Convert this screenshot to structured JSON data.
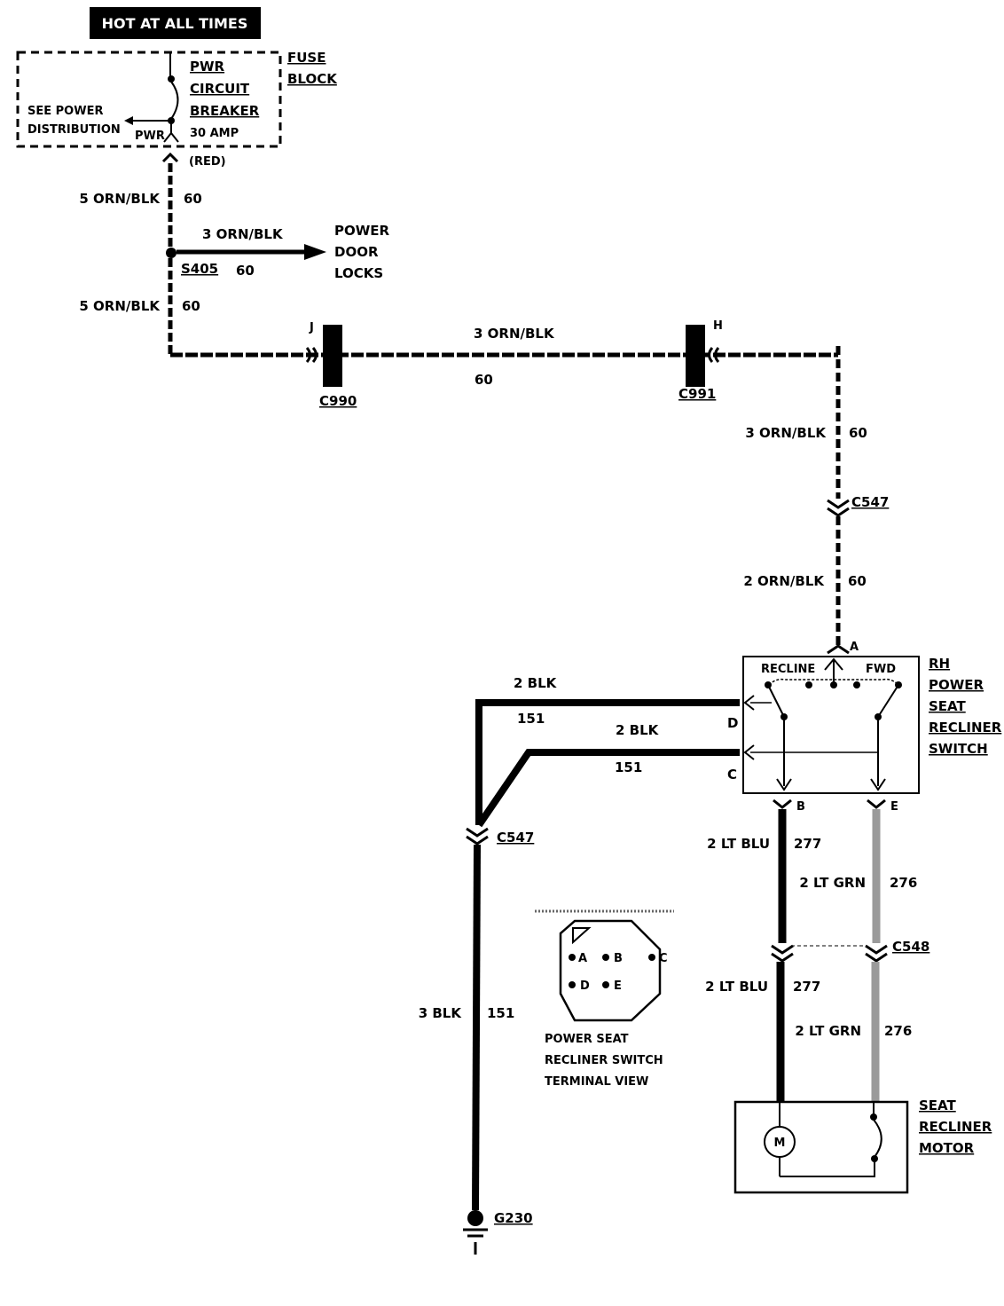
{
  "header": {
    "banner": "HOT AT ALL TIMES"
  },
  "fuse_block": {
    "title_lines": [
      "FUSE",
      "BLOCK"
    ],
    "breaker_lines": [
      "PWR",
      "CIRCUIT",
      "BREAKER"
    ],
    "rating": "30 AMP",
    "see_power": [
      "SEE POWER",
      "DISTRIBUTION"
    ],
    "pwr": "PWR",
    "terminal_color": "(RED)"
  },
  "wires": {
    "w1_gauge": "5 ORN/BLK",
    "w1_circuit": "60",
    "branch_gauge": "3 ORN/BLK",
    "branch_circuit": "60",
    "splice": "S405",
    "power_door_locks": [
      "POWER",
      "DOOR",
      "LOCKS"
    ],
    "w2_gauge": "5 ORN/BLK",
    "w2_circuit": "60",
    "horiz_gauge": "3 ORN/BLK",
    "horiz_circuit": "60",
    "c990": "C990",
    "c990_pin": "J",
    "c991": "C991",
    "c991_pin": "H",
    "v1_gauge": "3 ORN/BLK",
    "v1_circuit": "60",
    "c547_top": "C547",
    "v2_gauge": "2 ORN/BLK",
    "v2_circuit": "60",
    "pin_a": "A",
    "blk_d_gauge": "2 BLK",
    "blk_d_circuit": "151",
    "blk_c_gauge": "2 BLK",
    "blk_c_circuit": "151",
    "pin_d": "D",
    "pin_c": "C",
    "c547_left": "C547",
    "ground_gauge": "3 BLK",
    "ground_circuit": "151",
    "g230": "G230",
    "pin_b": "B",
    "pin_e": "E",
    "blu_gauge": "2 LT BLU",
    "blu_circuit": "277",
    "grn_gauge": "2 LT GRN",
    "grn_circuit": "276",
    "c548": "C548",
    "blu2_gauge": "2 LT BLU",
    "blu2_circuit": "277",
    "grn2_gauge": "2 LT GRN",
    "grn2_circuit": "276"
  },
  "switch": {
    "recline": "RECLINE",
    "fwd": "FWD",
    "title_lines": [
      "RH",
      "POWER",
      "SEAT",
      "RECLINER",
      "SWITCH"
    ]
  },
  "terminal_view": {
    "pins": [
      "A",
      "B",
      "C",
      "D",
      "E"
    ],
    "caption": [
      "POWER SEAT",
      "RECLINER SWITCH",
      "TERMINAL VIEW"
    ]
  },
  "motor": {
    "symbol": "M",
    "title_lines": [
      "SEAT",
      "RECLINER",
      "MOTOR"
    ]
  },
  "colors": {
    "wire": "#000000",
    "lt_grn": "#9a9a9a",
    "background": "#ffffff"
  }
}
